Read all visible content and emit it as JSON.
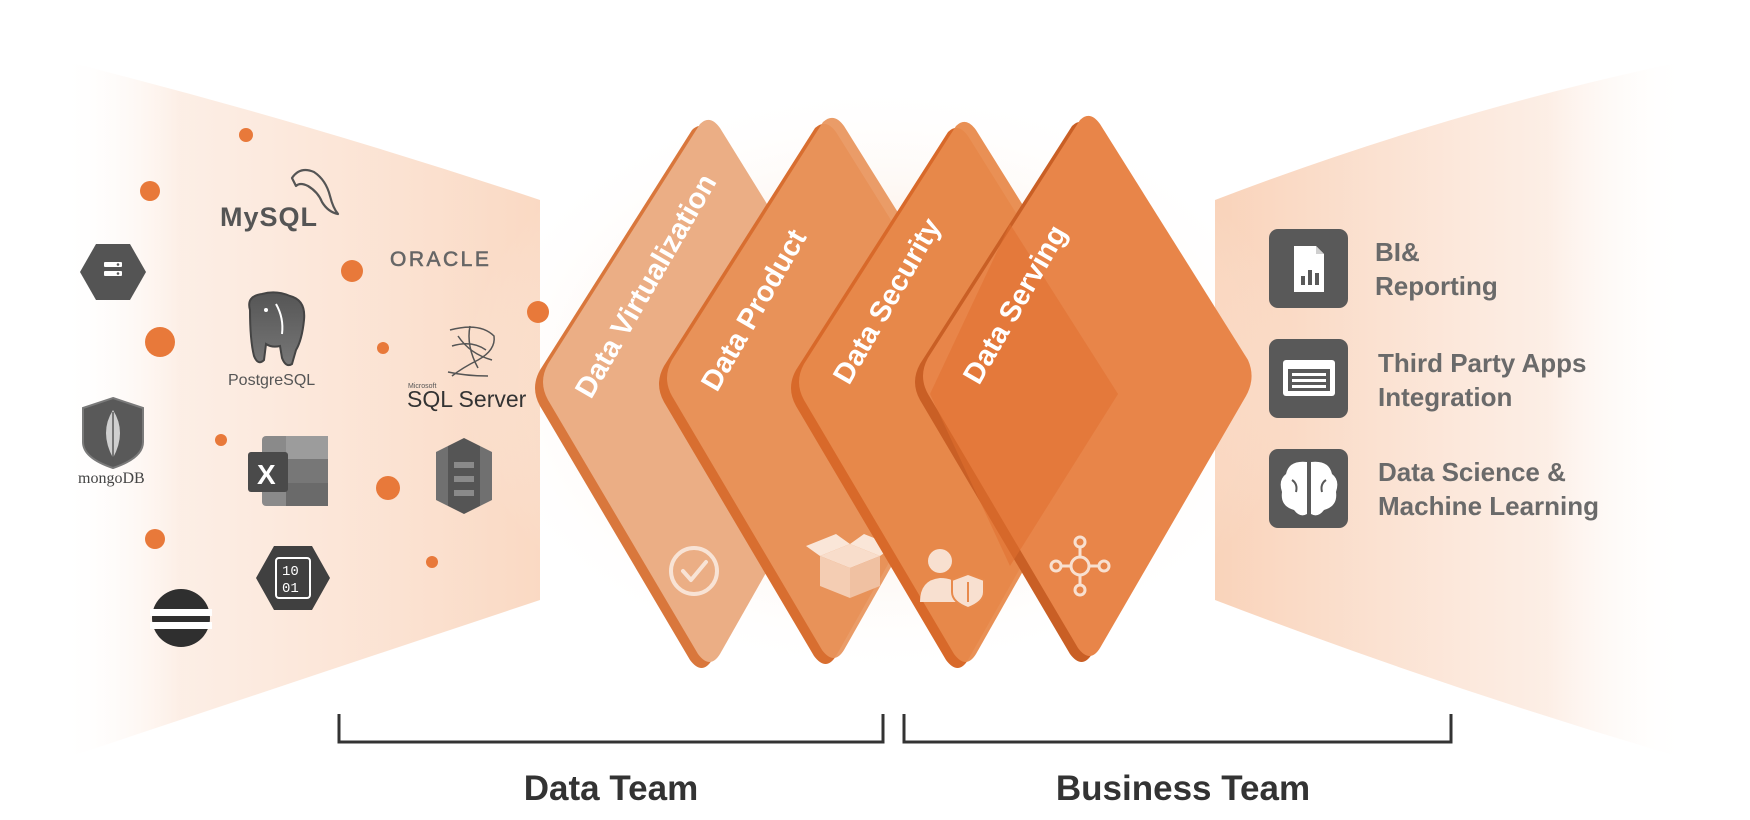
{
  "colors": {
    "accent": "#E87A3A",
    "panel_dark": "#595959",
    "panel_text": "#666666",
    "label_text": "#333333",
    "glow": "#FBE3D3"
  },
  "sources": {
    "logos": {
      "mysql": "MySQL",
      "oracle": "ORACLE",
      "postgresql": "PostgreSQL",
      "sqlserver_small": "Microsoft",
      "sqlserver": "SQL Server",
      "mongodb": "mongoDB",
      "excel": "X",
      "binary_top": "10",
      "binary_bottom": "01"
    },
    "icons": [
      "bigquery-icon",
      "mysql-dolphin-icon",
      "postgres-elephant-icon",
      "mongodb-leaf-icon",
      "excel-icon",
      "aws-s3-icon",
      "binary-file-icon",
      "elastic-icon"
    ]
  },
  "layers": [
    {
      "label": "Data Virtualization",
      "icon": "check-circle-icon"
    },
    {
      "label": "Data Product",
      "icon": "open-box-icon"
    },
    {
      "label": "Data Security",
      "icon": "user-shield-icon"
    },
    {
      "label": "Data Serving",
      "icon": "network-hub-icon"
    }
  ],
  "outputs": [
    {
      "line1": "BI&",
      "line2": "Reporting",
      "icon": "report-chart-icon"
    },
    {
      "line1": "Third Party Apps",
      "line2": "Integration",
      "icon": "browser-window-icon"
    },
    {
      "line1": "Data Science &",
      "line2": "Machine Learning",
      "icon": "brain-icon"
    }
  ],
  "teams": {
    "data_team": "Data Team",
    "business_team": "Business Team"
  }
}
